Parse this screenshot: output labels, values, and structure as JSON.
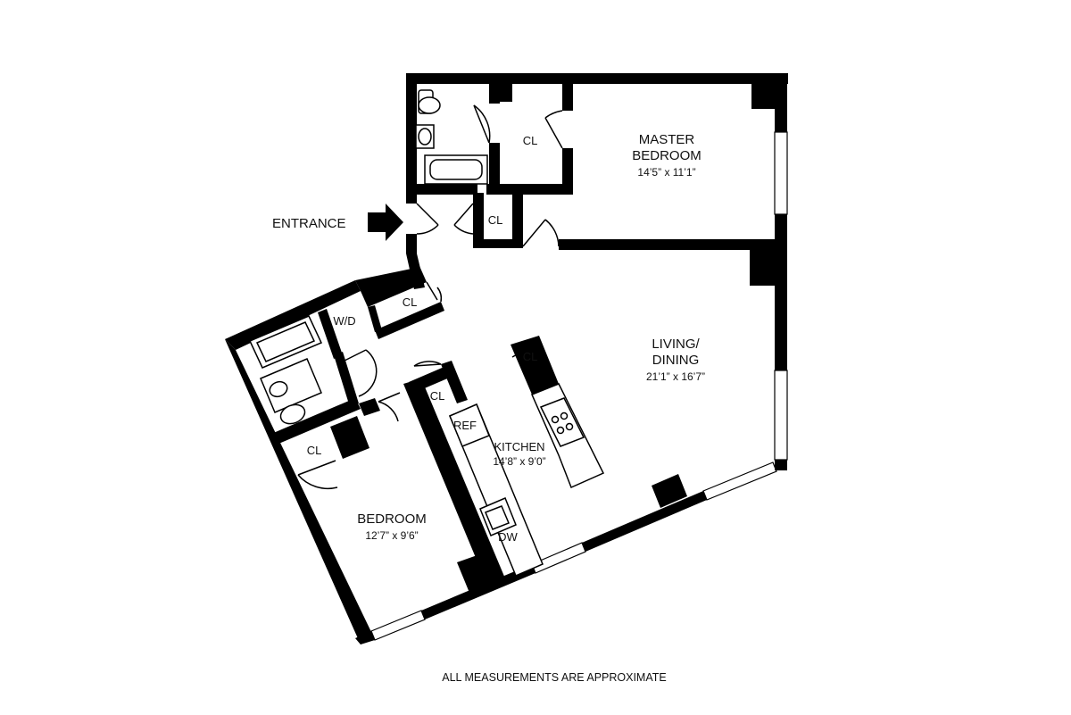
{
  "entrance_label": "ENTRANCE",
  "rooms": {
    "master_bedroom": {
      "name_line1": "MASTER",
      "name_line2": "BEDROOM",
      "dims": "14’5” x 11’1”"
    },
    "living_dining": {
      "name_line1": "LIVING/",
      "name_line2": "DINING",
      "dims": "21’1” x 16’7”"
    },
    "kitchen": {
      "name": "KITCHEN",
      "dims": "14’8” x 9’0”"
    },
    "bedroom": {
      "name": "BEDROOM",
      "dims": "12’7” x 9’6”"
    }
  },
  "fixtures": {
    "closet": "CL",
    "washer_dryer": "W/D",
    "refrigerator": "REF",
    "dishwasher": "DW"
  },
  "footer_note": "ALL MEASUREMENTS ARE APPROXIMATE"
}
